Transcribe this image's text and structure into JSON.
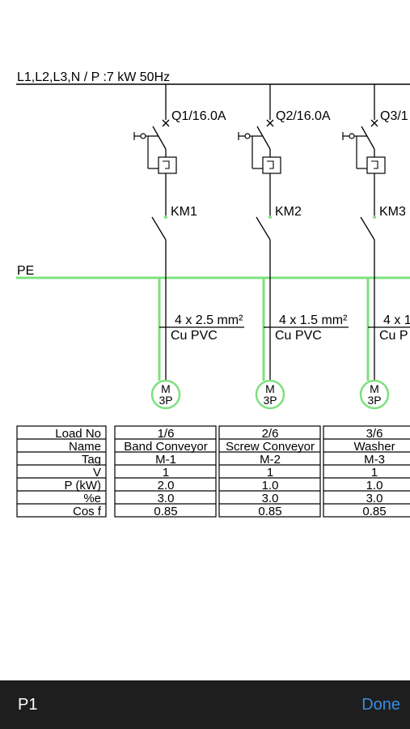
{
  "diagram": {
    "bus_label": "L1,L2,L3,N / P :7 kW 50Hz",
    "pe_label": "PE",
    "colors": {
      "line": "#000000",
      "pe": "#7ee07e"
    },
    "feeders": [
      {
        "breaker": "Q1/16.0A",
        "contactor": "KM1",
        "cable": "4 x 2.5 mm²",
        "cable_type": "Cu   PVC",
        "motor_top": "M",
        "motor_bottom": "3P"
      },
      {
        "breaker": "Q2/16.0A",
        "contactor": "KM2",
        "cable": "4 x 1.5 mm²",
        "cable_type": "Cu   PVC",
        "motor_top": "M",
        "motor_bottom": "3P"
      },
      {
        "breaker": "Q3/1",
        "contactor": "KM3",
        "cable": "4 x 1",
        "cable_type": "Cu   P",
        "motor_top": "M",
        "motor_bottom": "3P"
      }
    ]
  },
  "load_table": {
    "headers": [
      "Load No",
      "Name",
      "Tag",
      "V",
      "P (kW)",
      "%e",
      "Cos f"
    ],
    "columns": [
      [
        "1/6",
        "Band Conveyor",
        "M-1",
        "1",
        "2.0",
        "3.0",
        "0.85"
      ],
      [
        "2/6",
        "Screw Conveyor",
        "M-2",
        "1",
        "1.0",
        "3.0",
        "0.85"
      ],
      [
        "3/6",
        "Washer",
        "M-3",
        "1",
        "1.0",
        "3.0",
        "0.85"
      ]
    ]
  },
  "bottom_bar": {
    "page": "P1",
    "done": "Done"
  }
}
